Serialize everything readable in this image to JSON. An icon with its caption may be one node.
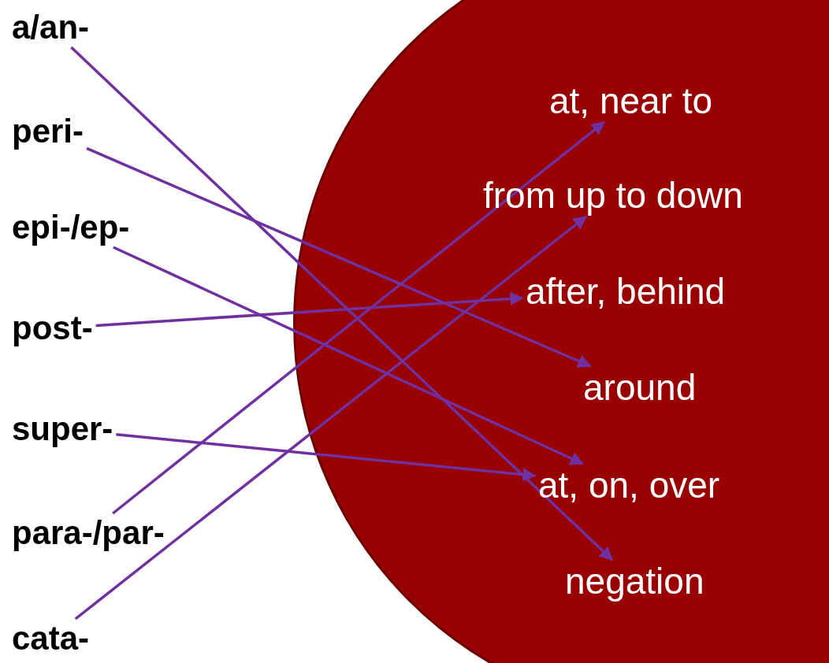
{
  "diagram": {
    "nodes": [
      {
        "text": [
          "a/an-"
        ]
      },
      {
        "text": [
          "peri-"
        ]
      },
      {
        "text": [
          "epi-/ep-"
        ]
      },
      {
        "text": [
          "post-"
        ]
      },
      {
        "text": [
          "super-"
        ]
      },
      {
        "text": [
          "para-/par-"
        ]
      },
      {
        "text": [
          "cata-"
        ]
      },
      {
        "text": [],
        "shape": "circle"
      },
      {
        "text": [
          "at, near to"
        ],
        "in": 7
      },
      {
        "text": [
          "from up to down"
        ],
        "in": 7
      },
      {
        "text": [
          "after, behind"
        ],
        "in": 7
      },
      {
        "text": [
          "around"
        ],
        "in": 7
      },
      {
        "text": [
          "at, on, over"
        ],
        "in": 7
      },
      {
        "text": [
          "negation"
        ],
        "in": 7
      }
    ],
    "edges": [
      {
        "from": 0,
        "to": 13,
        "arrow": "to"
      },
      {
        "from": 1,
        "to": 11,
        "arrow": "to"
      },
      {
        "from": 2,
        "to": 12,
        "arrow": "to"
      },
      {
        "from": 3,
        "to": 10,
        "arrow": "to"
      },
      {
        "from": 4,
        "to": 12,
        "arrow": "to"
      },
      {
        "from": 5,
        "to": 8,
        "arrow": "to"
      },
      {
        "from": 6,
        "to": 9,
        "arrow": "to"
      }
    ]
  }
}
